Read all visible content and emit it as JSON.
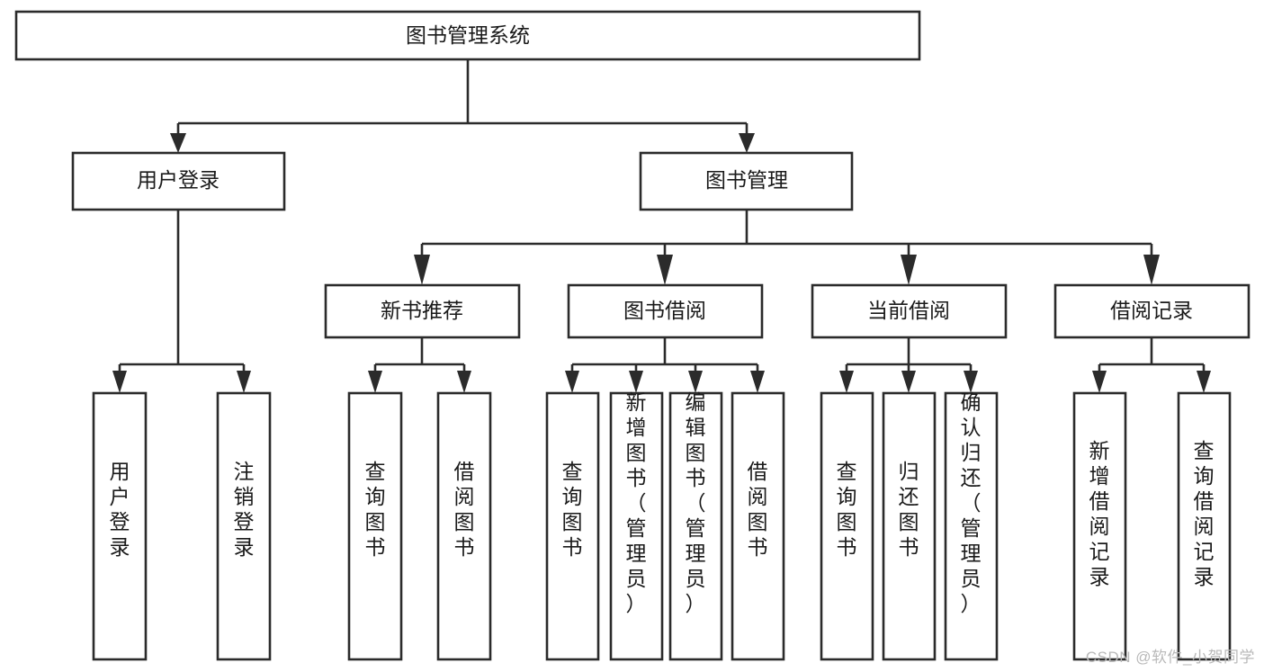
{
  "diagram": {
    "title": "图书管理系统",
    "type": "tree-hierarchy",
    "background_color": "#ffffff",
    "line_color": "#2b2b2b",
    "text_color": "#1a1a1a",
    "box_fill": "#ffffff",
    "root": {
      "label": "图书管理系统",
      "orientation": "horizontal"
    },
    "level2": [
      {
        "label": "用户登录",
        "orientation": "horizontal"
      },
      {
        "label": "图书管理",
        "orientation": "horizontal"
      }
    ],
    "level3": [
      {
        "label": "新书推荐",
        "orientation": "horizontal",
        "parent": "图书管理"
      },
      {
        "label": "图书借阅",
        "orientation": "horizontal",
        "parent": "图书管理"
      },
      {
        "label": "当前借阅",
        "orientation": "horizontal",
        "parent": "图书管理"
      },
      {
        "label": "借阅记录",
        "orientation": "horizontal",
        "parent": "图书管理"
      }
    ],
    "leaves": {
      "user_login": [
        {
          "label": "用户登录",
          "orientation": "vertical"
        },
        {
          "label": "注销登录",
          "orientation": "vertical"
        }
      ],
      "new_book_recommend": [
        {
          "label": "查询图书",
          "orientation": "vertical"
        },
        {
          "label": "借阅图书",
          "orientation": "vertical"
        }
      ],
      "book_borrow": [
        {
          "label": "查询图书",
          "orientation": "vertical"
        },
        {
          "label": "新增图书（管理员）",
          "orientation": "vertical"
        },
        {
          "label": "编辑图书（管理员）",
          "orientation": "vertical"
        },
        {
          "label": "借阅图书",
          "orientation": "vertical"
        }
      ],
      "current_borrow": [
        {
          "label": "查询图书",
          "orientation": "vertical"
        },
        {
          "label": "归还图书",
          "orientation": "vertical"
        },
        {
          "label": "确认归还（管理员）",
          "orientation": "vertical"
        }
      ],
      "borrow_record": [
        {
          "label": "新增借阅记录",
          "orientation": "vertical"
        },
        {
          "label": "查询借阅记录",
          "orientation": "vertical"
        }
      ]
    }
  },
  "watermark": {
    "text": "CSDN @软件_小贺同学",
    "color": "#b9b9b9"
  }
}
